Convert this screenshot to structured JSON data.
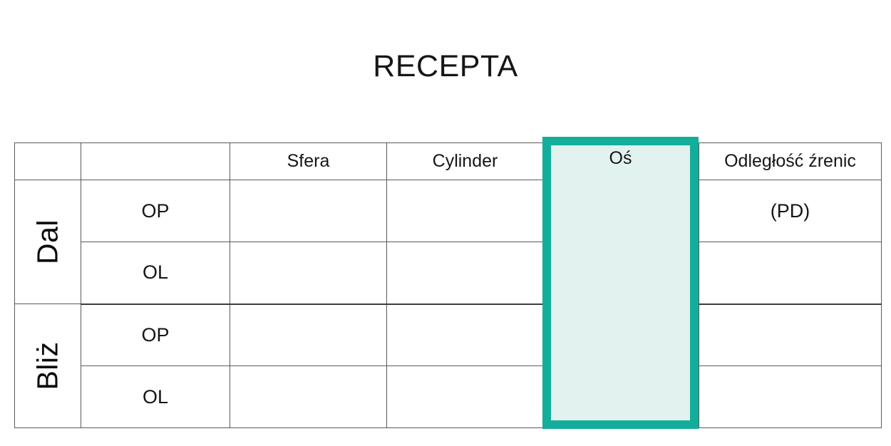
{
  "document": {
    "title": "RECEPTA"
  },
  "table": {
    "headers": {
      "side_blank": "",
      "eye_blank": "",
      "sphere": "Sfera",
      "cylinder": "Cylinder",
      "axis": "Oś",
      "pupil_distance": "Odległość źrenic"
    },
    "groups": [
      {
        "label": "Dal",
        "rows": [
          {
            "eye": "OP",
            "sphere": "",
            "cylinder": "",
            "axis": "",
            "pd": "(PD)"
          },
          {
            "eye": "OL",
            "sphere": "",
            "cylinder": "",
            "axis": "",
            "pd": ""
          }
        ]
      },
      {
        "label": "Bliż",
        "rows": [
          {
            "eye": "OP",
            "sphere": "",
            "cylinder": "",
            "axis": "",
            "pd": ""
          },
          {
            "eye": "OL",
            "sphere": "",
            "cylinder": "",
            "axis": "",
            "pd": ""
          }
        ]
      }
    ]
  },
  "highlight": {
    "target_column": "Oś",
    "border_color": "#13ae9b",
    "fill_color": "#e2f2ef"
  },
  "colors": {
    "background": "#ffffff",
    "text": "#161616",
    "grid_line": "#5a5a5a",
    "group_divider": "#3d3d3d",
    "accent_teal": "#13ae9b",
    "accent_teal_light": "#e2f2ef"
  }
}
